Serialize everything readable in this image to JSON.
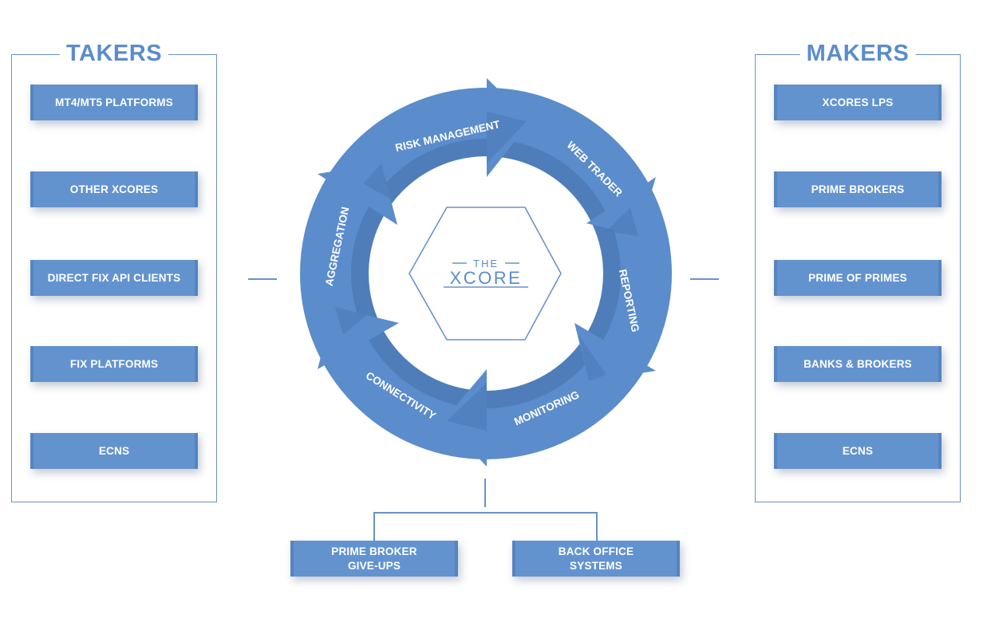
{
  "takers": {
    "title": "TAKERS",
    "items": [
      {
        "label": "MT4/MT5 PLATFORMS"
      },
      {
        "label": "OTHER XCORES"
      },
      {
        "label": "DIRECT FIX API CLIENTS"
      },
      {
        "label": "FIX PLATFORMS"
      },
      {
        "label": "ECNS"
      }
    ]
  },
  "makers": {
    "title": "MAKERS",
    "items": [
      {
        "label": "XCORES LPS"
      },
      {
        "label": "PRIME BROKERS"
      },
      {
        "label": "PRIME OF PRIMES"
      },
      {
        "label": "BANKS & BROKERS"
      },
      {
        "label": "ECNS"
      }
    ]
  },
  "cycle": {
    "segments": [
      {
        "label": "RISK MANAGEMENT"
      },
      {
        "label": "WEB TRADER"
      },
      {
        "label": "REPORTING"
      },
      {
        "label": "MONITORING"
      },
      {
        "label": "CONNECTIVITY"
      },
      {
        "label": "AGGREGATION"
      }
    ],
    "center": {
      "small": "THE",
      "big": "XCORE"
    }
  },
  "bottom": {
    "items": [
      {
        "label_line1": "PRIME BROKER",
        "label_line2": "GIVE-UPS"
      },
      {
        "label_line1": "BACK OFFICE",
        "label_line2": "SYSTEMS"
      }
    ]
  },
  "colors": {
    "ring": "#5b8ccc",
    "pill": "#6393cf",
    "line": "#6a93c7",
    "text_on_blue": "#ffffff"
  }
}
